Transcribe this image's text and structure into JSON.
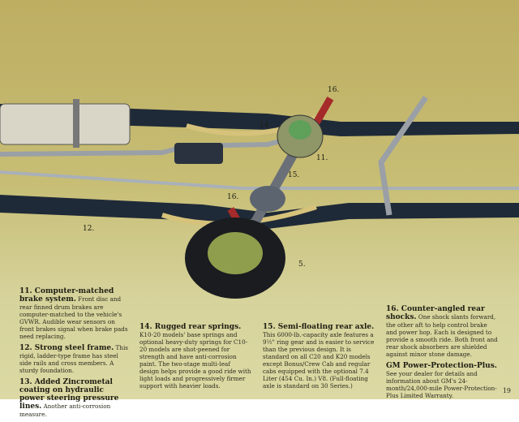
{
  "callouts": {
    "c16a": "16.",
    "c14": "14",
    "c11": "11.",
    "c15": "15.",
    "c16b": "16.",
    "c12": "12.",
    "c5": "5."
  },
  "features": [
    {
      "title": "11. Computer-matched brake system.",
      "body": "Front disc and rear finned drum brakes are computer-matched to the vehicle's GVWR. Audible wear sensors on front brakes signal when brake pads need replacing."
    },
    {
      "title": "12. Strong steel frame.",
      "body": "This rigid, ladder-type frame has steel side rails and cross members. A sturdy foundation."
    },
    {
      "title": "13. Added Zincrometal coating on hydraulic power steering pressure lines.",
      "body": "Another anti-corrosion measure."
    },
    {
      "title": "14. Rugged rear springs.",
      "body": "K10-20 models' base springs and optional heavy-duty springs for C10-20 models are shot-peened for strength and have anti-corrosion paint. The two-stage multi-leaf design helps provide a good ride with light loads and progressively firmer support with heavier loads."
    },
    {
      "title": "15. Semi-floating rear axle.",
      "body": "This 6000-lb.-capacity axle features a 9½\" ring gear and is easier to service than the previous design. It is standard on all C20 and K20 models except Bonus/Crew Cab and regular cabs equipped with the optional 7.4 Liter (454 Cu. In.) V8. (Full-floating axle is standard on 30 Series.)"
    },
    {
      "title": "16. Counter-angled rear shocks.",
      "body": "One shock slants forward, the other aft to help control brake and power hop. Each is designed to provide a smooth ride. Both front and rear shock absorbers are shielded against minor stone damage."
    },
    {
      "title": "GM Power-Protection-Plus.",
      "body": "See your dealer for details and information about GM's 24-month/24,000-mile Power-Protection-Plus Limited Warranty."
    }
  ],
  "page_number": "19"
}
